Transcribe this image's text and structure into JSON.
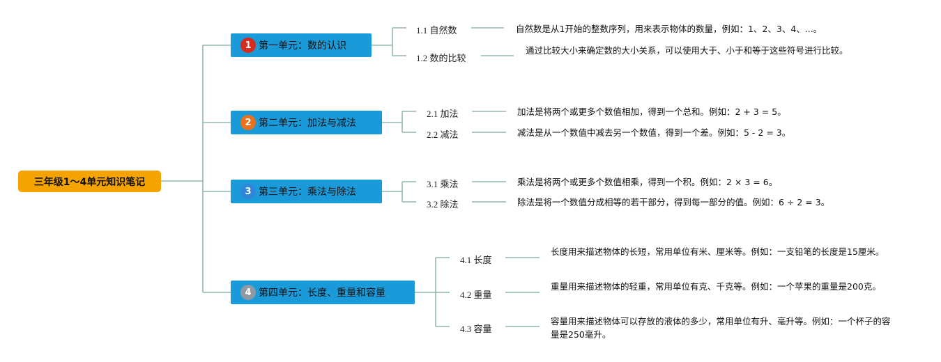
{
  "root": {
    "label": "三年级1～4单元知识笔记"
  },
  "units": [
    {
      "badge": "1",
      "badge_color": "#d62b1f",
      "title": "第一单元：数的认识",
      "topics": [
        {
          "label": "1.1 自然数",
          "desc": "自然数是从1开始的整数序列，用来表示物体的数量，例如：1、2、3、4、...。"
        },
        {
          "label": "1.2 数的比较",
          "desc": "通过比较大小来确定数的大小关系，可以使用大于、小于和等于这些符号进行比较。"
        }
      ]
    },
    {
      "badge": "2",
      "badge_color": "#e9711c",
      "title": "第二单元：加法与减法",
      "topics": [
        {
          "label": "2.1 加法",
          "desc": "加法是将两个或更多个数值相加，得到一个总和。例如：2 + 3 = 5。"
        },
        {
          "label": "2.2 减法",
          "desc": "减法是从一个数值中减去另一个数值，得到一个差。例如：5 - 2 = 3。"
        }
      ]
    },
    {
      "badge": "3",
      "badge_color": "#2f86d8",
      "title": "第三单元：乘法与除法",
      "topics": [
        {
          "label": "3.1 乘法",
          "desc": "乘法是将两个或更多个数值相乘，得到一个积。例如：2 × 3 = 6。"
        },
        {
          "label": "3.2 除法",
          "desc": "除法是将一个数值分成相等的若干部分，得到每一部分的值。例如：6 ÷ 2 = 3。"
        }
      ]
    },
    {
      "badge": "4",
      "badge_color": "#8e9aa3",
      "title": "第四单元：长度、重量和容量",
      "topics": [
        {
          "label": "4.1 长度",
          "desc": "长度用来描述物体的长短，常用单位有米、厘米等。例如：一支铅笔的长度是15厘米。"
        },
        {
          "label": "4.2 重量",
          "desc": "重量用来描述物体的轻重，常用单位有克、千克等。例如：一个苹果的重量是200克。"
        },
        {
          "label": "4.3 容量",
          "desc": "容量用来描述物体可以存放的液体的多少，常用单位有升、毫升等。例如：一个杯子的容量是250毫升。"
        }
      ]
    }
  ]
}
